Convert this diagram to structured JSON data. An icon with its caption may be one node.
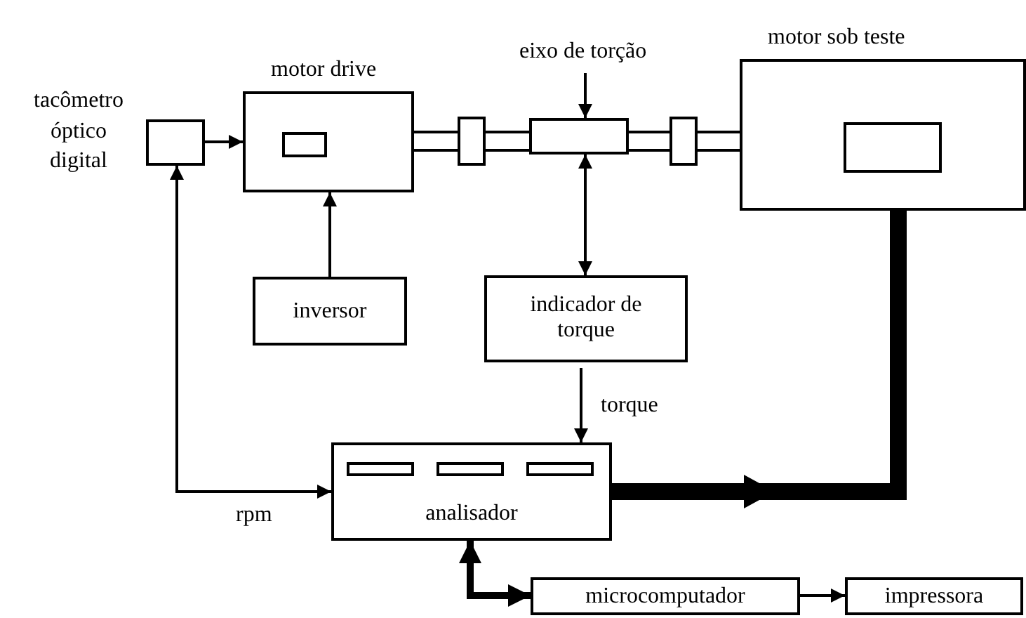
{
  "diagram": {
    "nodes": [
      {
        "text": [
          "tacômetro óptico digital"
        ]
      },
      {
        "text": [
          "motor drive"
        ]
      },
      {
        "text": [
          "eixo de torção"
        ]
      },
      {
        "text": [],
        "shape": "box"
      },
      {
        "text": [
          "motor sob teste"
        ]
      },
      {
        "text": [
          "inversor"
        ]
      },
      {
        "text": [
          "indicador de torque"
        ]
      },
      {
        "text": [
          "analisador"
        ]
      },
      {
        "text": [
          "microcomputador"
        ]
      },
      {
        "text": [
          "impressora"
        ]
      }
    ],
    "edges": [
      {
        "from": 0,
        "to": 1,
        "arrow": "to"
      },
      {
        "from": 5,
        "to": 1,
        "arrow": "to"
      },
      {
        "from": 2,
        "to": 3,
        "arrow": "to"
      },
      {
        "from": 3,
        "to": 6,
        "arrow": "both"
      },
      {
        "from": 6,
        "to": 7,
        "arrow": "to",
        "label": "torque"
      },
      {
        "from": 7,
        "to": 0,
        "arrow": "both",
        "label": "rpm"
      },
      {
        "from": 7,
        "to": 4,
        "arrow": "to",
        "style": "thick"
      },
      {
        "from": 7,
        "to": 8,
        "arrow": "both",
        "style": "thick"
      },
      {
        "from": 8,
        "to": 9,
        "arrow": "to"
      }
    ]
  }
}
